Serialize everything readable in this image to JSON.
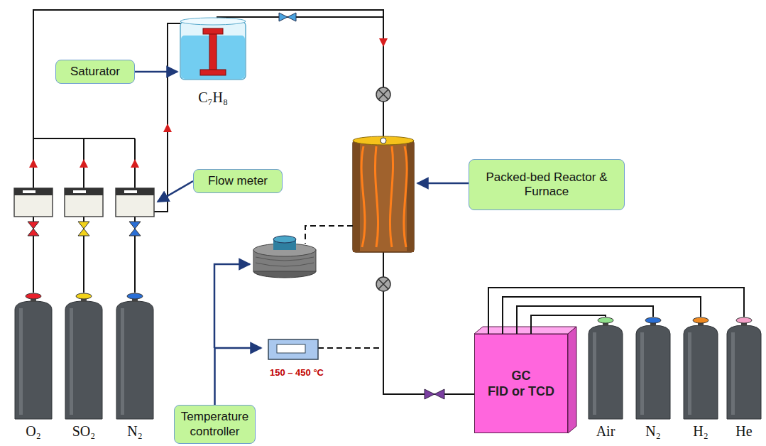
{
  "diagram": {
    "nodes": [
      {
        "text": [
          "Saturator"
        ]
      },
      {
        "text": [
          "C₇H₈"
        ]
      },
      {
        "text": [
          "Flow meter"
        ]
      },
      {
        "text": [
          "Packed-bed Reactor & Furnace"
        ]
      },
      {
        "text": [
          "O₂"
        ]
      },
      {
        "text": [
          "SO₂"
        ]
      },
      {
        "text": [
          "N₂"
        ]
      },
      {
        "text": [
          "150 – 450 °C"
        ]
      },
      {
        "text": [
          "Temperature controller"
        ]
      },
      {
        "text": [
          "GC",
          "FID or TCD"
        ]
      },
      {
        "text": [
          "Air"
        ]
      },
      {
        "text": [
          "N₂"
        ]
      },
      {
        "text": [
          "H₂"
        ]
      },
      {
        "text": [
          "He"
        ]
      }
    ],
    "edges": [
      {
        "from": 0,
        "to": 1,
        "arrow": "to"
      },
      {
        "from": 8,
        "to": 7,
        "arrow": "to"
      },
      {
        "from": 10,
        "to": 9,
        "arrow": "none"
      },
      {
        "from": 11,
        "to": 9,
        "arrow": "none"
      },
      {
        "from": 12,
        "to": 9,
        "arrow": "none"
      },
      {
        "from": 13,
        "to": 9,
        "arrow": "none"
      }
    ]
  }
}
